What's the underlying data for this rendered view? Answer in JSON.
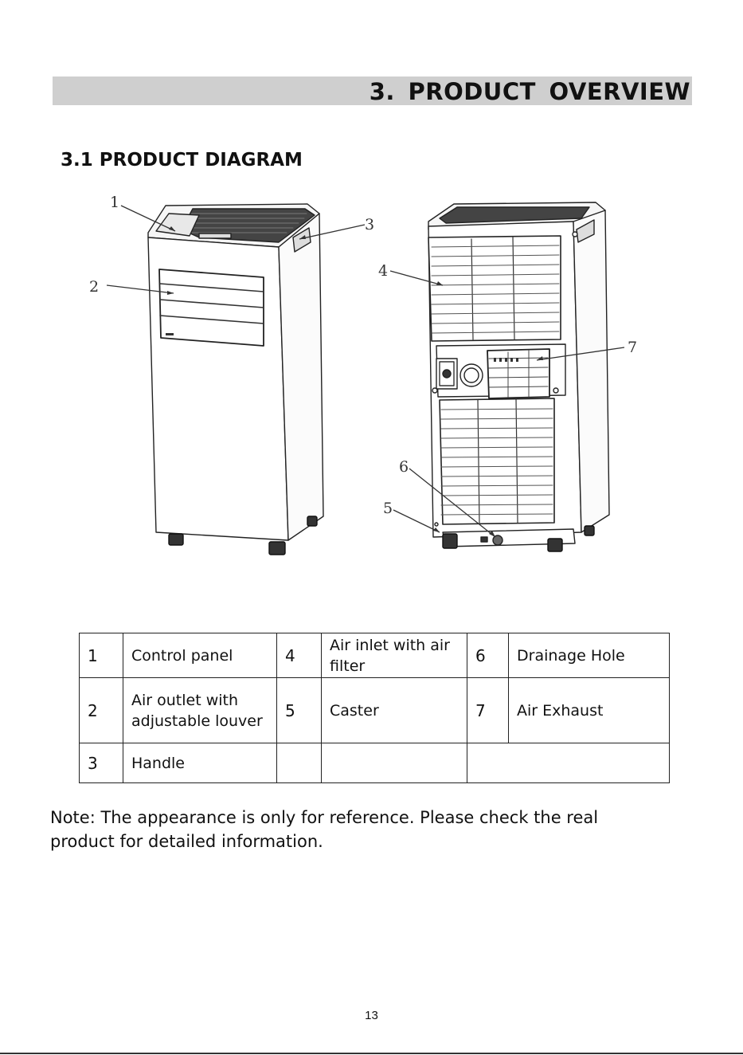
{
  "header": {
    "section_title": "3. PRODUCT OVERVIEW"
  },
  "diagram": {
    "title": "3.1 PRODUCT DIAGRAM",
    "callouts": [
      "1",
      "2",
      "3",
      "4",
      "5",
      "6",
      "7"
    ]
  },
  "legend": {
    "rows": [
      [
        {
          "num": "1",
          "label": "Control panel"
        },
        {
          "num": "4",
          "label": "Air inlet with air filter"
        },
        {
          "num": "6",
          "label": "Drainage Hole"
        }
      ],
      [
        {
          "num": "2",
          "label": "Air outlet with adjustable louver"
        },
        {
          "num": "5",
          "label": "Caster"
        },
        {
          "num": "7",
          "label": "Air Exhaust"
        }
      ],
      [
        {
          "num": "3",
          "label": "Handle"
        }
      ]
    ]
  },
  "note": "Note: The appearance is only for reference. Please check the real product for detailed information.",
  "footer": {
    "page_number": "13"
  }
}
